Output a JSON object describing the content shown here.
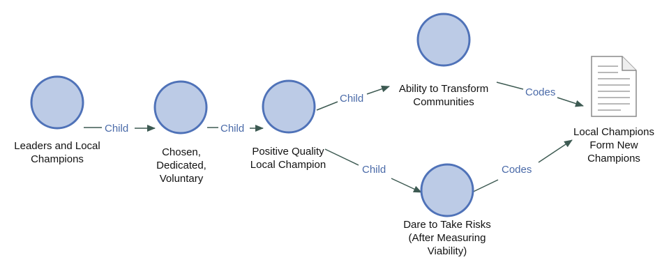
{
  "nodes": [
    {
      "id": "leaders",
      "label_lines": [
        "Leaders and Local",
        "Champions"
      ]
    },
    {
      "id": "chosen",
      "label_lines": [
        "Chosen,",
        "Dedicated,",
        "Voluntary"
      ]
    },
    {
      "id": "positive",
      "label_lines": [
        "Positive Quality",
        "Local Champion"
      ]
    },
    {
      "id": "ability",
      "label_lines": [
        "Ability to Transform",
        "Communities"
      ]
    },
    {
      "id": "dare",
      "label_lines": [
        "Dare to Take Risks",
        "(After Measuring",
        "Viability)"
      ]
    },
    {
      "id": "local",
      "label_lines": [
        "Local Champions",
        "Form New",
        "Champions"
      ]
    }
  ],
  "edges": [
    {
      "from": "leaders",
      "to": "chosen",
      "label": "Child"
    },
    {
      "from": "chosen",
      "to": "positive",
      "label": "Child"
    },
    {
      "from": "positive",
      "to": "ability",
      "label": "Child"
    },
    {
      "from": "positive",
      "to": "dare",
      "label": "Child"
    },
    {
      "from": "ability",
      "to": "local",
      "label": "Codes"
    },
    {
      "from": "dare",
      "to": "local",
      "label": "Codes"
    }
  ],
  "colors": {
    "node_fill": "#bccbe6",
    "node_stroke": "#4f72b8",
    "edge": "#3d5a52",
    "edge_label": "#4a6aa8",
    "document_icon": "#9a9a9a"
  },
  "icons": {
    "local": "document-icon"
  }
}
